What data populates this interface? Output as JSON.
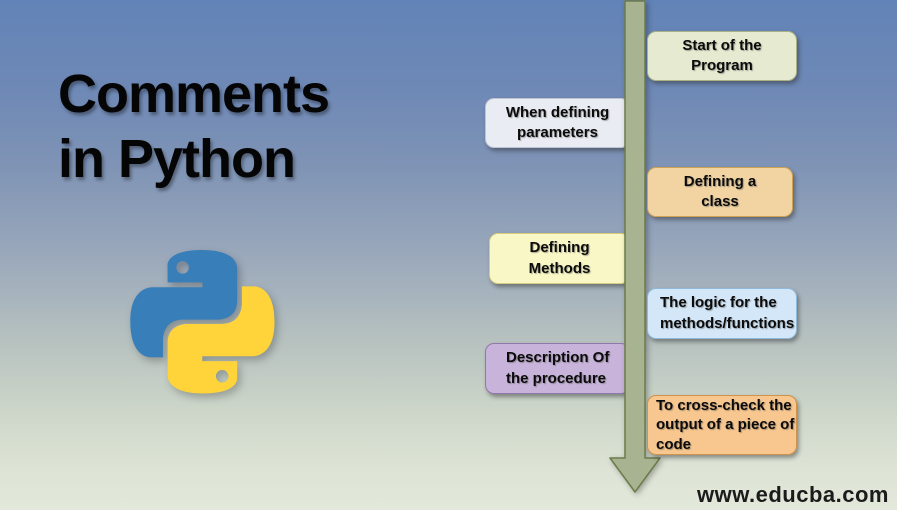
{
  "title": {
    "text": "Comments\nin Python"
  },
  "watermark": {
    "text": "www.educba.com"
  },
  "logo": {
    "icon": "python-logo",
    "blue": "#387EB8",
    "yellow": "#FFD43B"
  },
  "background": {
    "top": "#6283b7",
    "bottom": "#e2e8da"
  },
  "timeline": {
    "arrow": {
      "icon": "down-arrow",
      "fill": "#a8b491",
      "stroke": "#6d7b49"
    },
    "boxes": [
      {
        "label": "Start of the\nProgram",
        "side": "right",
        "fill": "#e5ead0"
      },
      {
        "label": "When defining\nparameters",
        "side": "left",
        "fill": "#e9ecf2"
      },
      {
        "label": "Defining a\nclass",
        "side": "right",
        "fill": "#f2d4a3"
      },
      {
        "label": "Defining\nMethods",
        "side": "left",
        "fill": "#faf7c7"
      },
      {
        "label": "The logic for the\nmethods/functions",
        "side": "right",
        "fill": "#d3e7f8"
      },
      {
        "label": "Description Of\nthe procedure",
        "side": "left",
        "fill": "#c8b4da"
      },
      {
        "label": "To cross-check the\noutput of a piece of\ncode",
        "side": "right",
        "fill": "#f8c78f"
      }
    ]
  }
}
